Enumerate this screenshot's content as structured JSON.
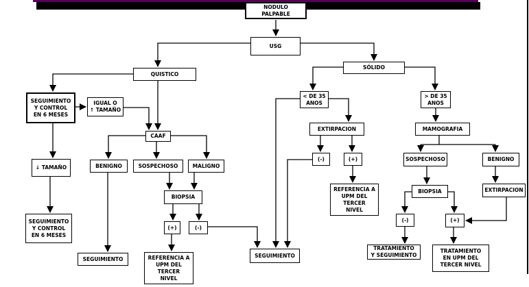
{
  "page": {
    "type": "clinical flowchart",
    "language": "es",
    "colors": {
      "background": "#ffffff",
      "accent_line": "#5a0054",
      "title_bar": "#000000",
      "box_border": "#000000",
      "text": "#000000"
    }
  },
  "nodes": {
    "nodulo": {
      "label": "NODULO\nPALPABLE"
    },
    "usg": {
      "label": "USG"
    },
    "quistico": {
      "label": "QUISTICO"
    },
    "segControlA": {
      "label": "SEGUIMIENTO\nY CONTROL\nEN 6 MESES"
    },
    "igualTamano": {
      "label": "IGUAL O\n↑ TAMAÑO"
    },
    "caaf": {
      "label": "CAAF"
    },
    "benignoA": {
      "label": "BENIGNO"
    },
    "sospechosoA": {
      "label": "SOSPECHOSO"
    },
    "maligno": {
      "label": "MALIGNO"
    },
    "tamanoDown": {
      "label": "↓ TAMAÑO"
    },
    "biopsiaA": {
      "label": "BIOPSIA"
    },
    "plusA": {
      "label": "(+)"
    },
    "minusA": {
      "label": "(-)"
    },
    "segControlB": {
      "label": "SEGUIMIENTO\nY CONTROL\nEN 6 MESES"
    },
    "seguimientoA": {
      "label": "SEGUIMIENTO"
    },
    "referenciaA": {
      "label": "REFERENCIA A\nUPM DEL\nTERCER\nNIVEL"
    },
    "solido": {
      "label": "SÓLIDO"
    },
    "lt35": {
      "label": "< DE 35\nANOS"
    },
    "gt35": {
      "label": "> DE 35\nANOS"
    },
    "extirpacionA": {
      "label": "EXTIRPACION"
    },
    "minusB": {
      "label": "(-)"
    },
    "plusB": {
      "label": "(+)"
    },
    "referenciaB": {
      "label": "REFERENCIA A\nUPM DEL\nTERCER\nNIVEL"
    },
    "mamografia": {
      "label": "MAMOGRAFIA"
    },
    "sospechosoB": {
      "label": "SOSPECHOSO"
    },
    "benignoB": {
      "label": "BENIGNO"
    },
    "biopsiaB": {
      "label": "BIOPSIA"
    },
    "extirpacionB": {
      "label": "EXTIRPACION"
    },
    "minusC": {
      "label": "(-)"
    },
    "plusC": {
      "label": "(+)"
    },
    "seguimientoB": {
      "label": "SEGUIMIENTO"
    },
    "tratamientoSeg": {
      "label": "TRATAMIENTO\nY SEGUIMIENTO"
    },
    "tratamientoUpm": {
      "label": "TRATAMIENTO\nEN UPM DEL\nTERCER  NIVEL"
    }
  }
}
